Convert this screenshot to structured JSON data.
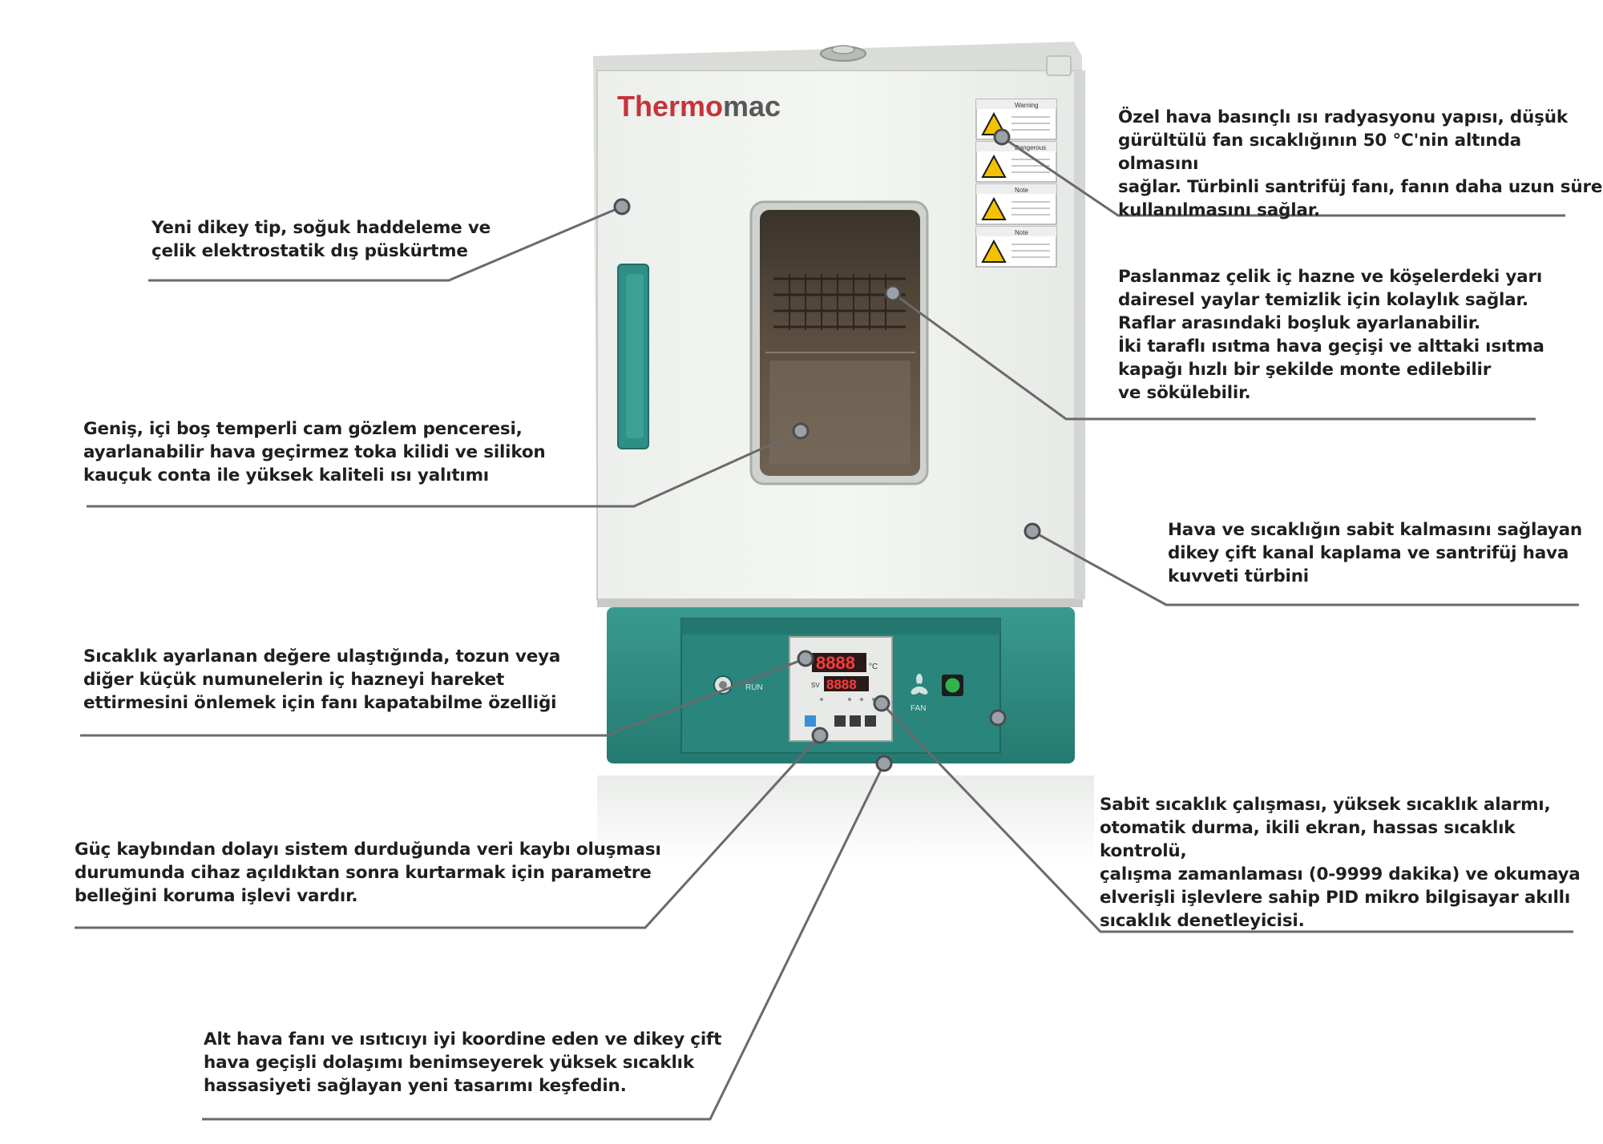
{
  "product": {
    "brand_part1": "Thermo",
    "brand_part2": "mac",
    "brand_color_red": "#c8323a",
    "brand_color_gray": "#58585a",
    "base_color": "#2f8f86",
    "handle_color": "#2f8f86"
  },
  "labels": [
    {
      "key": "warning",
      "title": "Warning"
    },
    {
      "key": "dangerous",
      "title": "Dangerous"
    },
    {
      "key": "note1",
      "title": "Note"
    },
    {
      "key": "note2",
      "title": "Note"
    }
  ],
  "panel": {
    "run_label": "RUN",
    "fan_label": "FAN",
    "pv_display": "8888",
    "sv_display": "8888",
    "unit": "°C",
    "sv_tag": "SV"
  },
  "annotations": [
    {
      "id": "exterior",
      "text": "Yeni dikey tip, soğuk haddeleme ve\nçelik elektrostatik dış püskürtme"
    },
    {
      "id": "window",
      "text": "Geniş, içi boş temperli cam gözlem penceresi,\nayarlanabilir hava geçirmez toka kilidi ve silikon\nkauçuk conta ile yüksek kaliteli ısı yalıtımı"
    },
    {
      "id": "fan-off",
      "text": "Sıcaklık ayarlanan değere ulaştığında, tozun veya\ndiğer küçük numunelerin iç hazneyi hareket\nettirmesini önlemek için fanı kapatabilme özelliği"
    },
    {
      "id": "memory",
      "text": "Güç kaybından dolayı sistem durduğunda veri kaybı oluşması\ndurumunda cihaz açıldıktan sonra kurtarmak için parametre\nbelleğini koruma işlevi vardır."
    },
    {
      "id": "circulation",
      "text": "Alt hava fanı ve ısıtıcıyı iyi koordine eden ve dikey çift\nhava geçişli dolaşımı benimseyerek yüksek sıcaklık\nhassasiyeti  sağlayan yeni tasarımı keşfedin."
    },
    {
      "id": "pressure",
      "text": "Özel hava basınçlı ısı radyasyonu yapısı, düşük\ngürültülü fan sıcaklığının 50 °C'nin altında olmasını\nsağlar. Türbinli santrifüj fanı, fanın daha uzun süre\nkullanılmasını sağlar."
    },
    {
      "id": "chamber",
      "text": "Paslanmaz çelik iç hazne ve köşelerdeki yarı\ndairesel yaylar temizlik için kolaylık sağlar.\nRaflar arasındaki boşluk ayarlanabilir.\nİki taraflı ısıtma hava geçişi ve alttaki ısıtma\nkapağı hızlı bir şekilde monte edilebilir\nve sökülebilir."
    },
    {
      "id": "turbine",
      "text": "Hava ve sıcaklığın sabit kalmasını sağlayan\ndikey çift kanal kaplama ve santrifüj hava\nkuvveti türbini"
    },
    {
      "id": "controller",
      "text": "Sabit sıcaklık çalışması, yüksek sıcaklık alarmı,\notomatik durma, ikili ekran, hassas sıcaklık kontrolü,\nçalışma zamanlaması (0-9999 dakika) ve okumaya\nelverişli işlevlere sahip PID mikro bilgisayar akıllı\nsıcaklık denetleyicisi."
    }
  ]
}
